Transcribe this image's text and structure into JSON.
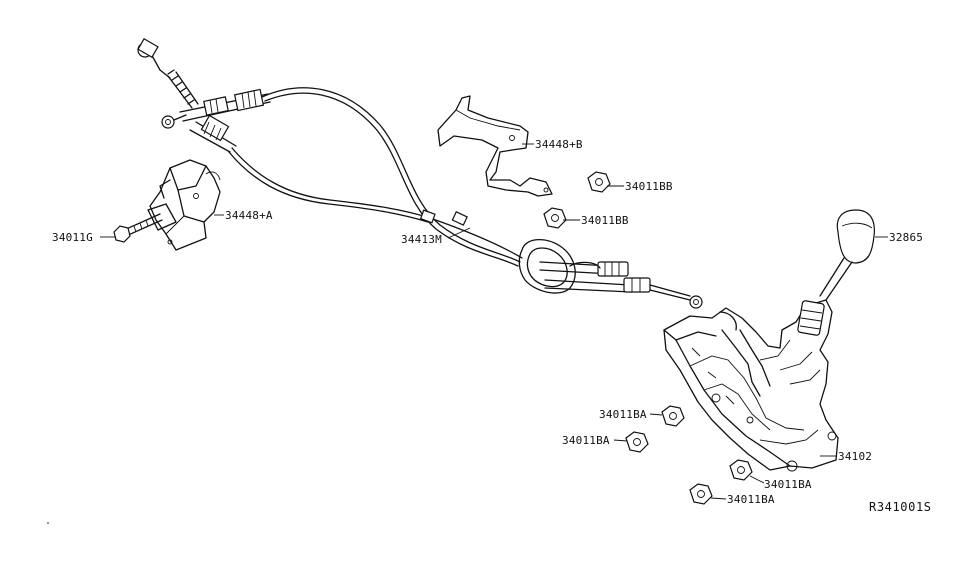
{
  "diagram": {
    "reference_code": "R341001S",
    "labels": {
      "cable_bracket_b": "34448+B",
      "nut_bb_1": "34011BB",
      "nut_bb_2": "34011BB",
      "bolt_g": "34011G",
      "cable_bracket_a": "34448+A",
      "control_cable": "34413M",
      "knob": "32865",
      "nut_ba_1": "34011BA",
      "nut_ba_2": "34011BA",
      "device_assy": "34102",
      "nut_ba_3": "34011BA",
      "nut_ba_4": "34011BA"
    }
  }
}
